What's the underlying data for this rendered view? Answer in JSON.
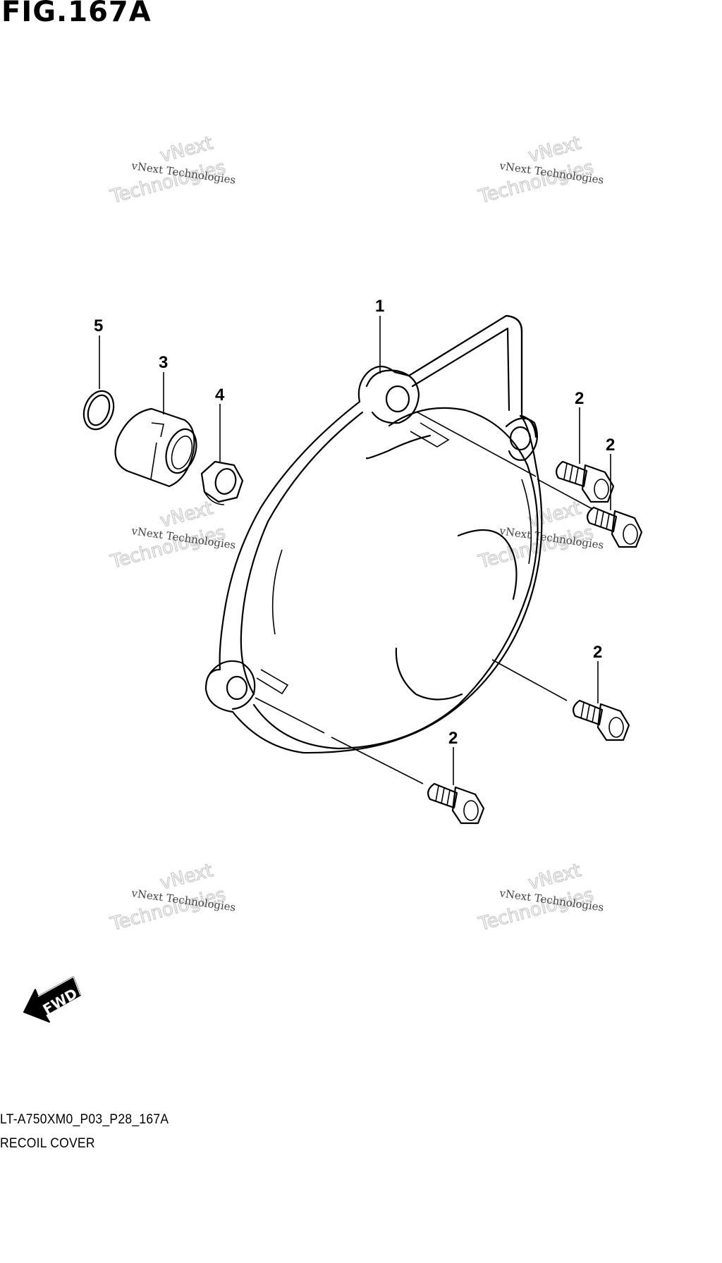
{
  "figure": {
    "title": "FIG.167A",
    "code": "LT-A750XM0_P03_P28_167A",
    "name": "RECOIL COVER",
    "fwd_label": "FWD"
  },
  "callouts": {
    "part1": "1",
    "part2a": "2",
    "part2b": "2",
    "part2c": "2",
    "part2d": "2",
    "part3": "3",
    "part4": "4",
    "part5": "5"
  },
  "watermark": {
    "small": "vNext Technologies",
    "large_top": "vNext",
    "large_bottom": "Technologies"
  },
  "icons": {
    "fwd": "fwd-arrow-icon"
  }
}
